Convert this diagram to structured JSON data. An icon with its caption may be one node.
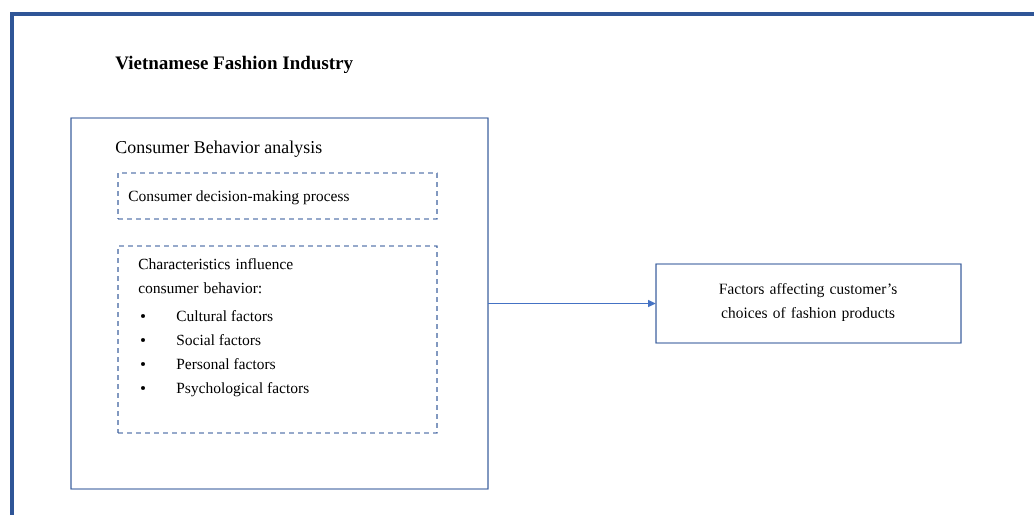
{
  "diagram": {
    "nodes": [
      {
        "text": [
          "Vietnamese Fashion Industry"
        ]
      },
      {
        "text": [
          "Consumer Behavior analysis"
        ],
        "in": 0
      },
      {
        "text": [
          "Consumer decision-making process"
        ],
        "in": 1
      },
      {
        "text": [
          "Characteristics influence consumer behavior:",
          "Cultural factors",
          "Social factors",
          "Personal factors",
          "Psychological factors"
        ],
        "in": 1
      },
      {
        "text": [
          "Factors affecting customer’s choices of fashion products"
        ],
        "in": 0
      }
    ],
    "edges": [
      {
        "from": 1,
        "to": 4,
        "arrow": "to"
      }
    ]
  }
}
